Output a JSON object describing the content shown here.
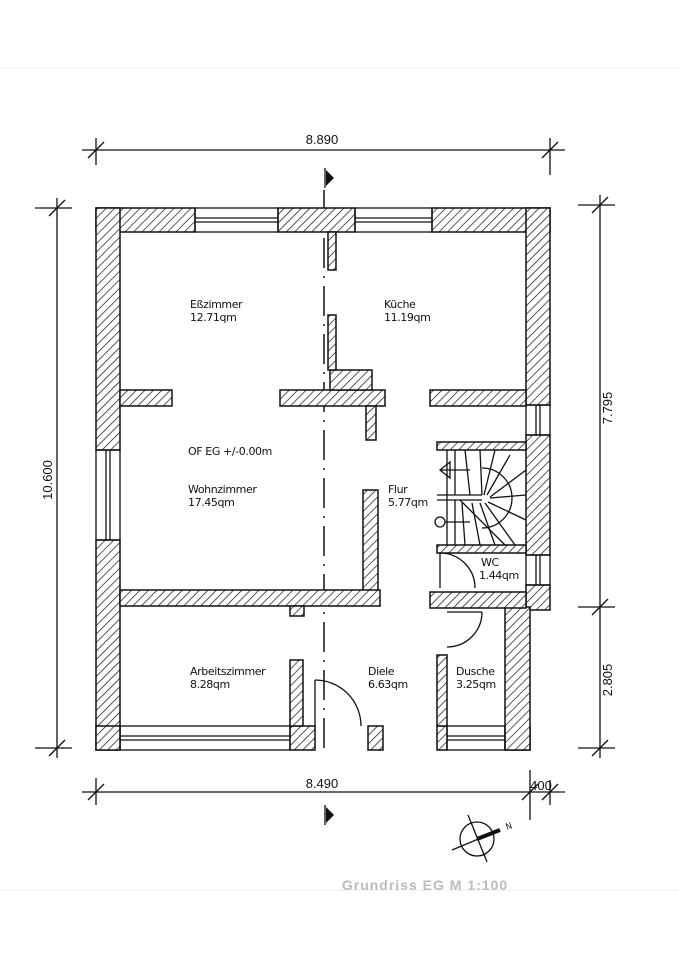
{
  "title": "Grundriss EG  M 1:100",
  "level_note": "OF EG +/-0.00m",
  "dimensions": {
    "top": "8.890",
    "bottom": "8.490",
    "bottom_offset": "400",
    "left": "10.600",
    "right_upper": "7.795",
    "right_lower": "2.805"
  },
  "rooms": [
    {
      "name": "Eßzimmer",
      "area": "12.71qm"
    },
    {
      "name": "Küche",
      "area": "11.19qm"
    },
    {
      "name": "Wohnzimmer",
      "area": "17.45qm"
    },
    {
      "name": "Flur",
      "area": "5.77qm"
    },
    {
      "name": "WC",
      "area": "1.44qm"
    },
    {
      "name": "Arbeitszimmer",
      "area": "8.28qm"
    },
    {
      "name": "Diele",
      "area": "6.63qm"
    },
    {
      "name": "Dusche",
      "area": "3.25qm"
    }
  ],
  "north_label": "N"
}
